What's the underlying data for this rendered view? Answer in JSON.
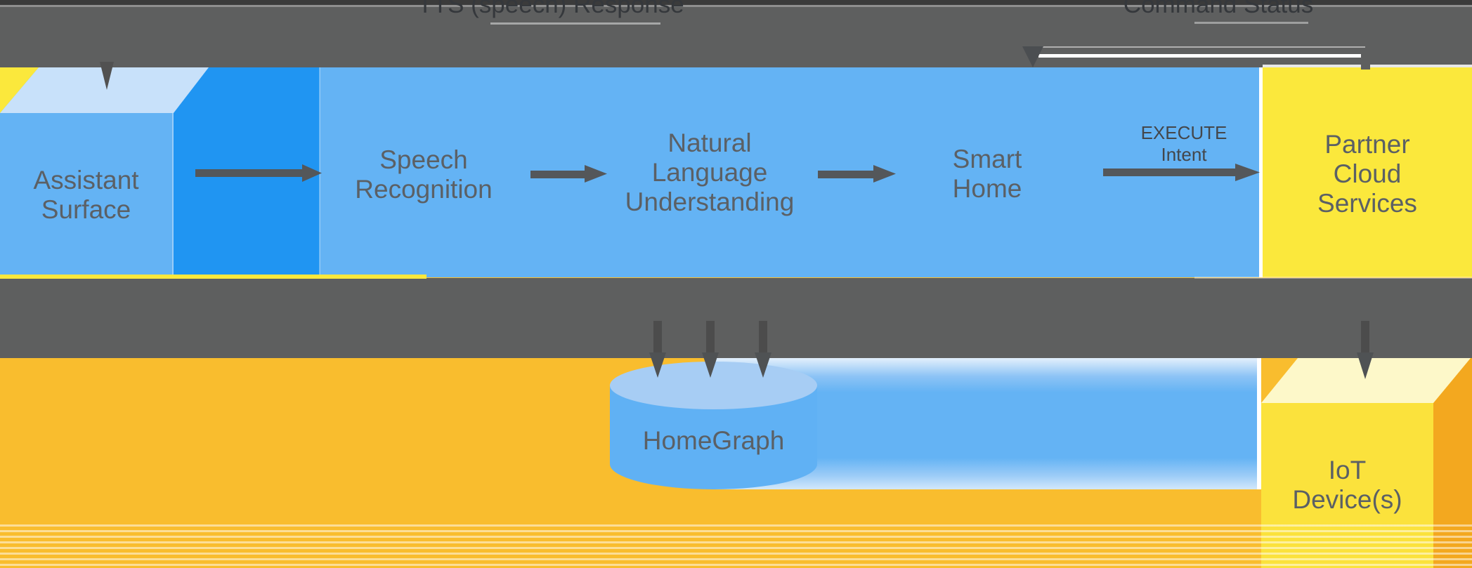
{
  "top_band": {
    "response_label": "TTS (speech) Response",
    "status_label": "Command Status"
  },
  "nodes": {
    "assistant": {
      "lines": [
        "Assistant",
        "Surface"
      ]
    },
    "speech": {
      "lines": [
        "Speech",
        "Recognition"
      ]
    },
    "nlu": {
      "lines": [
        "Natural",
        "Language",
        "Understanding"
      ]
    },
    "smart_home": {
      "lines": [
        "Smart",
        "Home"
      ]
    },
    "partner": {
      "lines": [
        "Partner",
        "Cloud",
        "Services"
      ]
    },
    "homegraph": {
      "label": "HomeGraph"
    },
    "iot": {
      "lines": [
        "IoT",
        "Device(s)"
      ]
    }
  },
  "edge_labels": {
    "execute_intent": {
      "lines": [
        "EXECUTE",
        "Intent"
      ]
    }
  },
  "edges": [
    "Assistant Surface -> Speech Recognition",
    "Speech Recognition -> Natural Language Understanding",
    "Natural Language Understanding -> Smart Home",
    "Smart Home -> Partner Cloud Services (EXECUTE Intent)",
    "Partner Cloud Services -> Command Status (top band) -> down into pipeline",
    "TTS (speech) Response band -> down into Assistant Surface",
    "Middle band -> down into HomeGraph (3 arrows)",
    "Middle band -> down into IoT Device(s)"
  ],
  "colors": {
    "blue": "#64b3f4",
    "bright_blue": "#2095f2",
    "light_blue": "#c8e1fa",
    "yellow": "#fbe83c",
    "iot_yellow": "#fbe23c",
    "cream": "#fdf8c9",
    "orange": "#f3a81f",
    "amber": "#f9bd2e",
    "gray": "#5e5f5f",
    "cylinder_top": "#a7cdf4",
    "cylinder_body": "#60b1f4",
    "text": "#5b6065",
    "band_text": "#35383c",
    "arrow": "#54575a"
  }
}
